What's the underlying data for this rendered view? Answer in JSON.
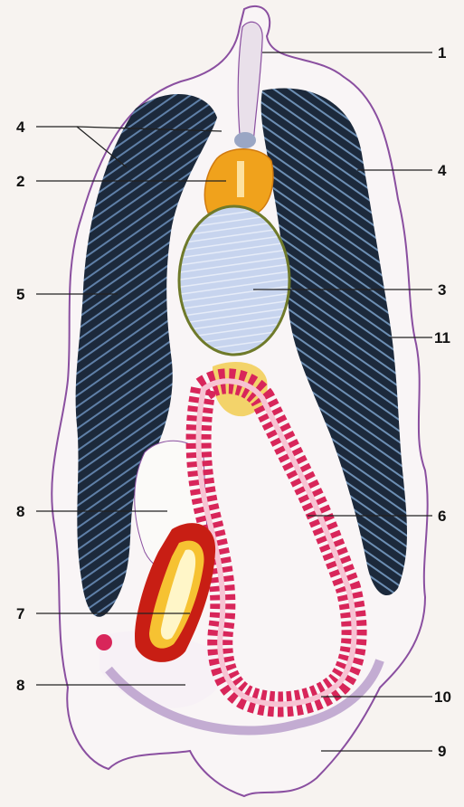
{
  "labels": {
    "l1": "1",
    "l2": "2",
    "l3": "3",
    "l4_left": "4",
    "l4_right": "4",
    "l5": "5",
    "l6": "6",
    "l7": "7",
    "l8_top": "8",
    "l8_bottom": "8",
    "l9": "9",
    "l10": "10",
    "l11": "11"
  },
  "colors": {
    "background": "#f7f3f0",
    "outer_membrane": "#8a4fa0",
    "gill_lamellae": "#1d2b3e",
    "gill_highlight": "#6d8fb4",
    "central_oval": "#c5d2ec",
    "oval_rim": "#6f7a2a",
    "orange_organ": "#f0a21c",
    "red_folded_tube": "#d8265a",
    "pale_yellow": "#f3d36a",
    "organ_7_core": "#fff6c8",
    "organ_7_rim": "#c81e14",
    "leader_line": "#222222"
  }
}
